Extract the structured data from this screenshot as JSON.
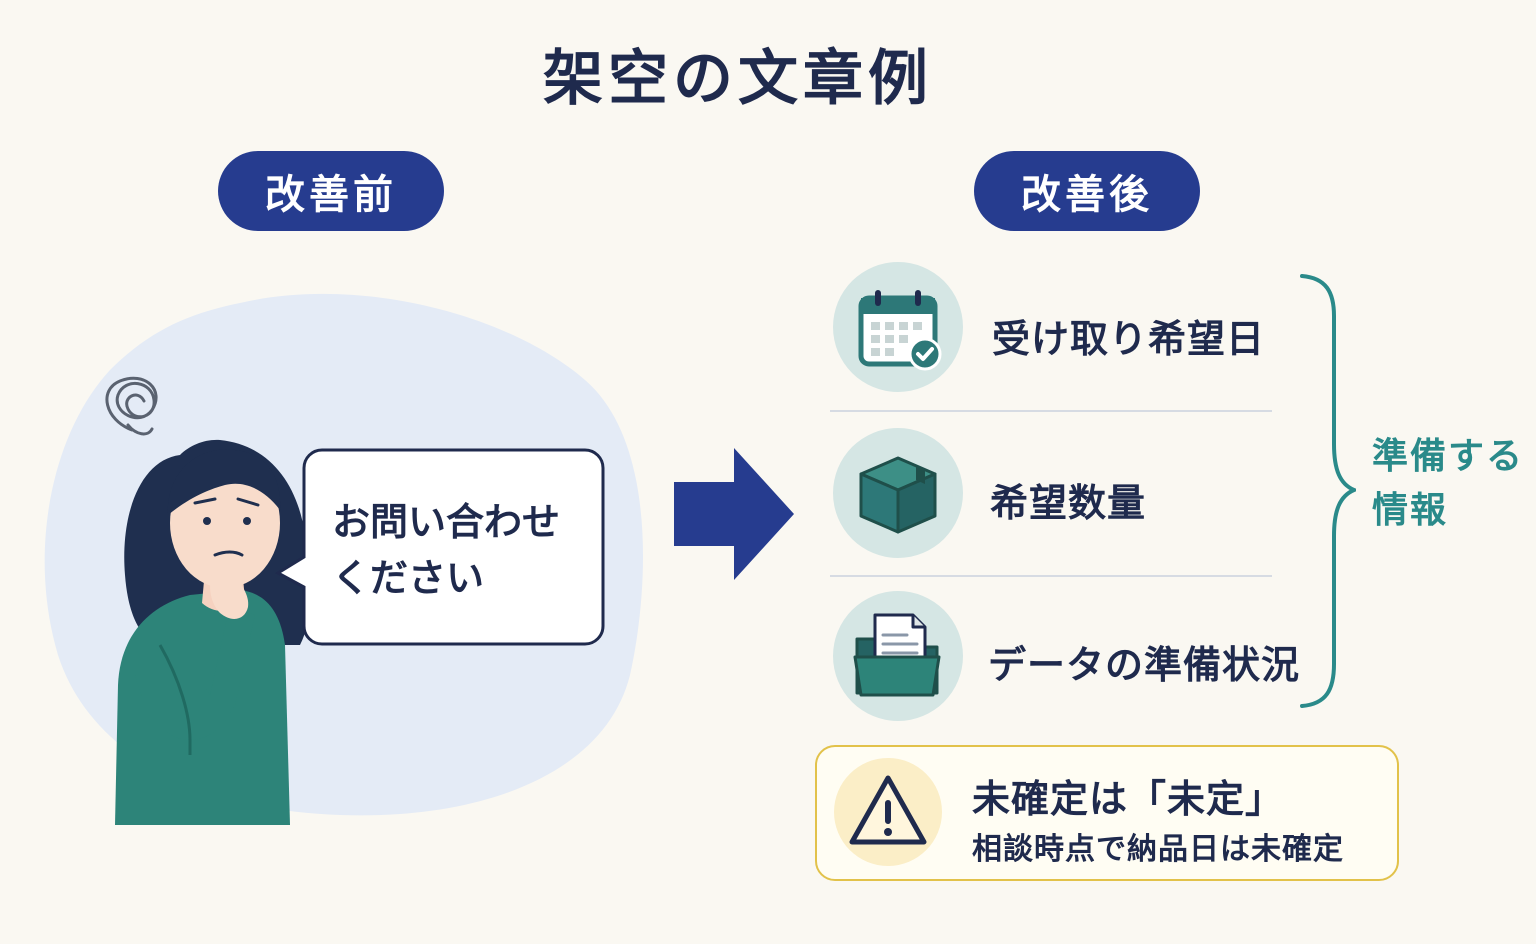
{
  "title": "架空の文章例",
  "before": {
    "label": "改善前",
    "bubble_lines": [
      "お問い合わせ",
      "ください"
    ]
  },
  "after": {
    "label": "改善後",
    "items": [
      {
        "label": "受け取り希望日",
        "icon": "calendar-check-icon"
      },
      {
        "label": "希望数量",
        "icon": "box-icon"
      },
      {
        "label": "データの準備状況",
        "icon": "folder-document-icon"
      }
    ],
    "brace_label_lines": [
      "準備する",
      "情報"
    ]
  },
  "warning": {
    "icon": "warning-triangle-icon",
    "title": "未確定は「未定」",
    "subtitle": "相談時点で納品日は未確定"
  },
  "colors": {
    "navy": "#263c8f",
    "teal": "#2a8a8a",
    "warning_border": "#e2c24a",
    "background": "#faf8f2"
  }
}
